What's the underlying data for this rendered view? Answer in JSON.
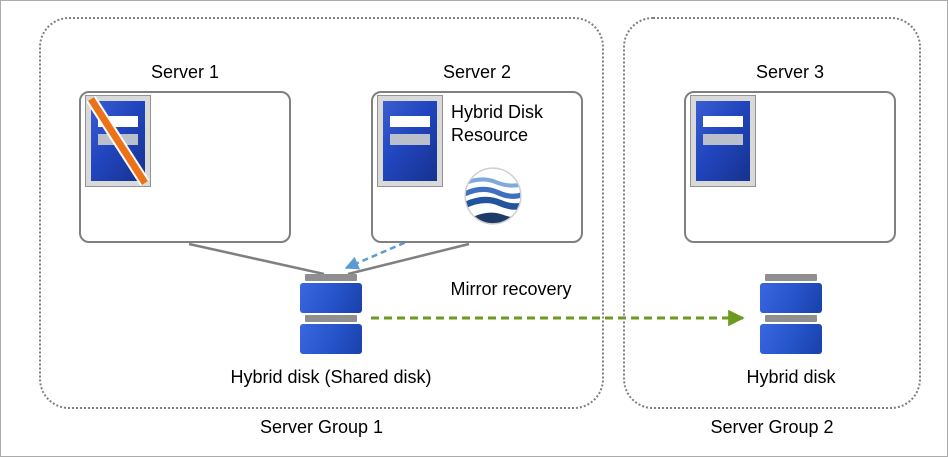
{
  "diagram": {
    "server_group_1": {
      "label": "Server Group 1",
      "server_1": {
        "label": "Server 1",
        "state": "failed"
      },
      "server_2": {
        "label": "Server 2",
        "resource_label": "Hybrid Disk Resource"
      },
      "shared_disk_label": "Hybrid disk (Shared disk)"
    },
    "server_group_2": {
      "label": "Server Group 2",
      "server_3": {
        "label": "Server 3"
      },
      "hybrid_disk_label": "Hybrid disk"
    },
    "mirror_recovery_label": "Mirror recovery"
  },
  "colors": {
    "server_blue": "#2145be",
    "disk_blue": "#2553c8",
    "failure_orange": "#ed7117",
    "arrow_blue": "#5b9bd5",
    "arrow_green": "#6c9a1f",
    "line_gray": "#808080"
  }
}
